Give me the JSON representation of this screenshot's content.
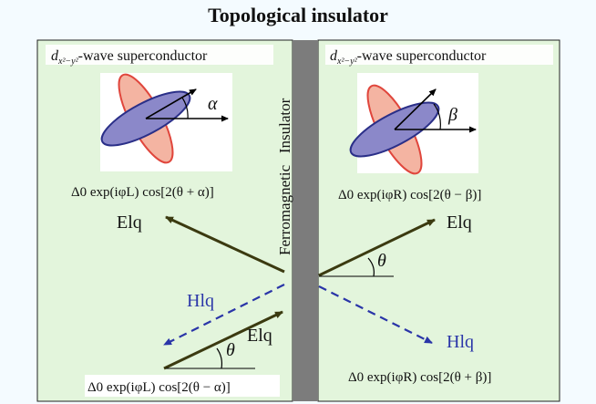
{
  "title": "Topological insulator",
  "left_panel": {
    "heading": "d_{x²−y²}-wave superconductor",
    "heading_main": "d",
    "heading_sub": "x²−y²",
    "heading_rest": "-wave superconductor",
    "angle_symbol": "α",
    "pairing_top": "Δ0 exp(iφL) cos[2(θ + α)]",
    "pairing_bottom": "Δ0 exp(iφL) cos[2(θ − α)]",
    "elq_top": "Elq",
    "hlq": "Hlq",
    "elq_bottom": "Elq",
    "theta": "θ"
  },
  "right_panel": {
    "heading_main": "d",
    "heading_sub": "x²−y²",
    "heading_rest": "-wave superconductor",
    "angle_symbol": "β",
    "pairing_top": "Δ0 exp(iφR) cos[2(θ − β)]",
    "pairing_bottom": "Δ0 exp(iφR) cos[2(θ + β)]",
    "elq": "Elq",
    "hlq": "Hlq",
    "theta": "θ"
  },
  "barrier_label": "Ferromagnetic   Insulator",
  "colors": {
    "panel_bg": "#e3f5dc",
    "barrier": "#7c7c7c",
    "electron_arrow": "#3b3a10",
    "hole_arrow": "#2a35a8",
    "lobe_blue": "#8b88c9",
    "lobe_red": "#f4b4a2"
  }
}
